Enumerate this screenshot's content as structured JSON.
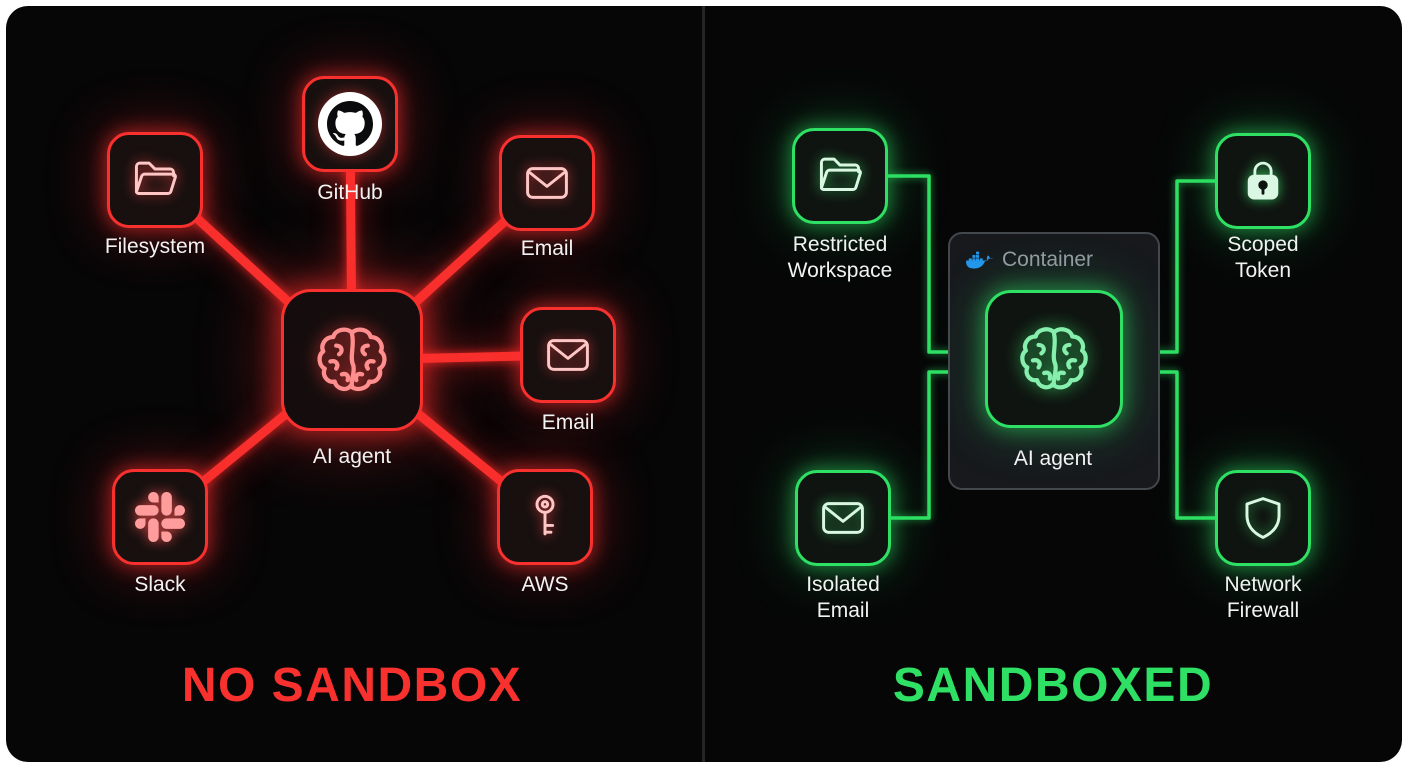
{
  "left_panel": {
    "title": "NO SANDBOX",
    "center_label": "AI agent",
    "nodes": {
      "filesystem": "Filesystem",
      "github": "GitHub",
      "email_top": "Email",
      "email_right": "Email",
      "slack": "Slack",
      "aws": "AWS"
    },
    "icons": [
      "folder-icon",
      "github-icon",
      "envelope-icon",
      "envelope-icon",
      "brain-icon",
      "slack-icon",
      "key-icon"
    ]
  },
  "right_panel": {
    "title": "SANDBOXED",
    "container_label": "Container",
    "center_label": "AI agent",
    "nodes": {
      "restricted_workspace": "Restricted Workspace",
      "scoped_token": "Scoped Token",
      "isolated_email": "Isolated Email",
      "network_firewall": "Network Firewall"
    },
    "icons": [
      "folder-icon",
      "lock-icon",
      "brain-icon",
      "envelope-icon",
      "shield-icon",
      "docker-icon"
    ]
  },
  "colors": {
    "danger_accent": "#f8312e",
    "safe_accent": "#2ee063",
    "docker_blue": "#2496ed"
  }
}
